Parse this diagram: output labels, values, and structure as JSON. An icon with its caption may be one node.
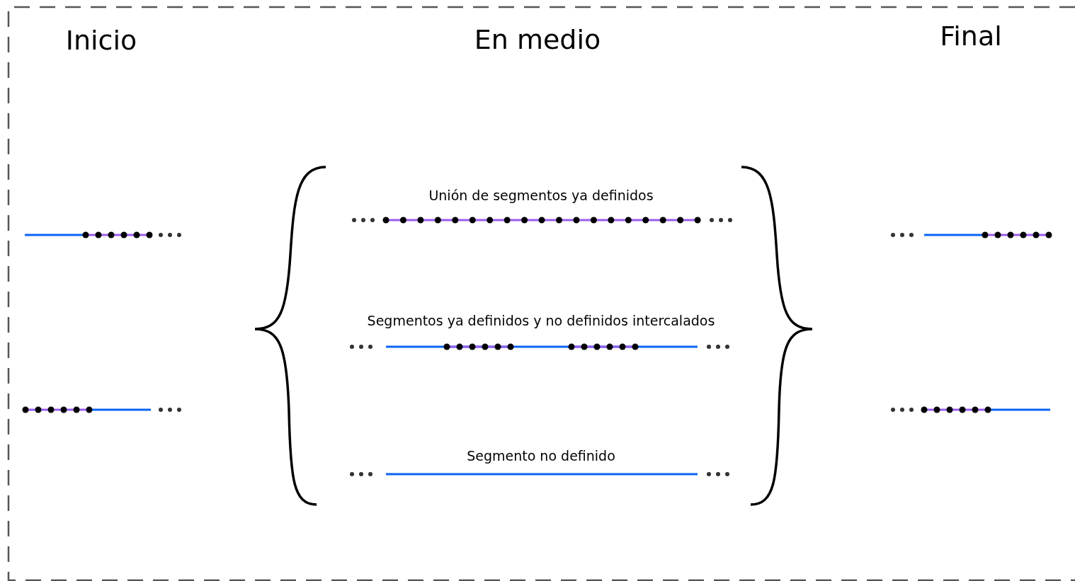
{
  "diagram": {
    "labels": [
      "Inicio",
      "En medio",
      "Final",
      "Unión de segmentos ya definidos",
      "Segmentos ya definidos y no definidos intercalados",
      "Segmento no definido"
    ]
  }
}
